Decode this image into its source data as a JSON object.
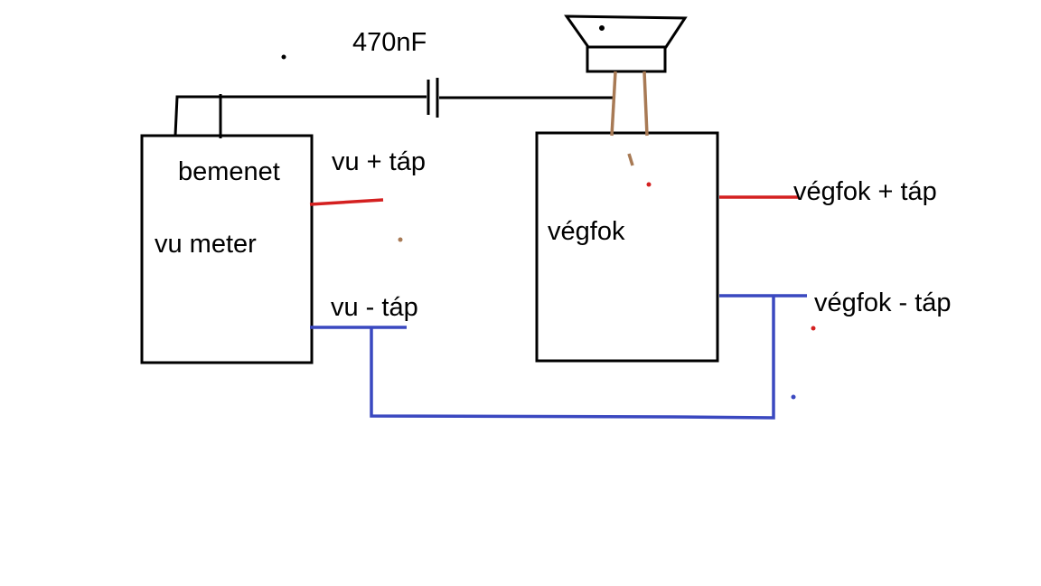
{
  "labels": {
    "capacitor": "470nF",
    "input": "bemenet",
    "vu_meter": "vu meter",
    "vu_plus": "vu + táp",
    "vu_minus": "vu - táp",
    "amp": "végfok",
    "amp_plus": "végfok + táp",
    "amp_minus": "végfok - táp"
  },
  "colors": {
    "outline": "#000000",
    "positive_wire": "#d42020",
    "negative_wire": "#3a48c0",
    "speaker_wire": "#a87a55",
    "background": "#ffffff"
  },
  "icons": {
    "speaker": "speaker-icon",
    "capacitor": "capacitor-symbol"
  }
}
